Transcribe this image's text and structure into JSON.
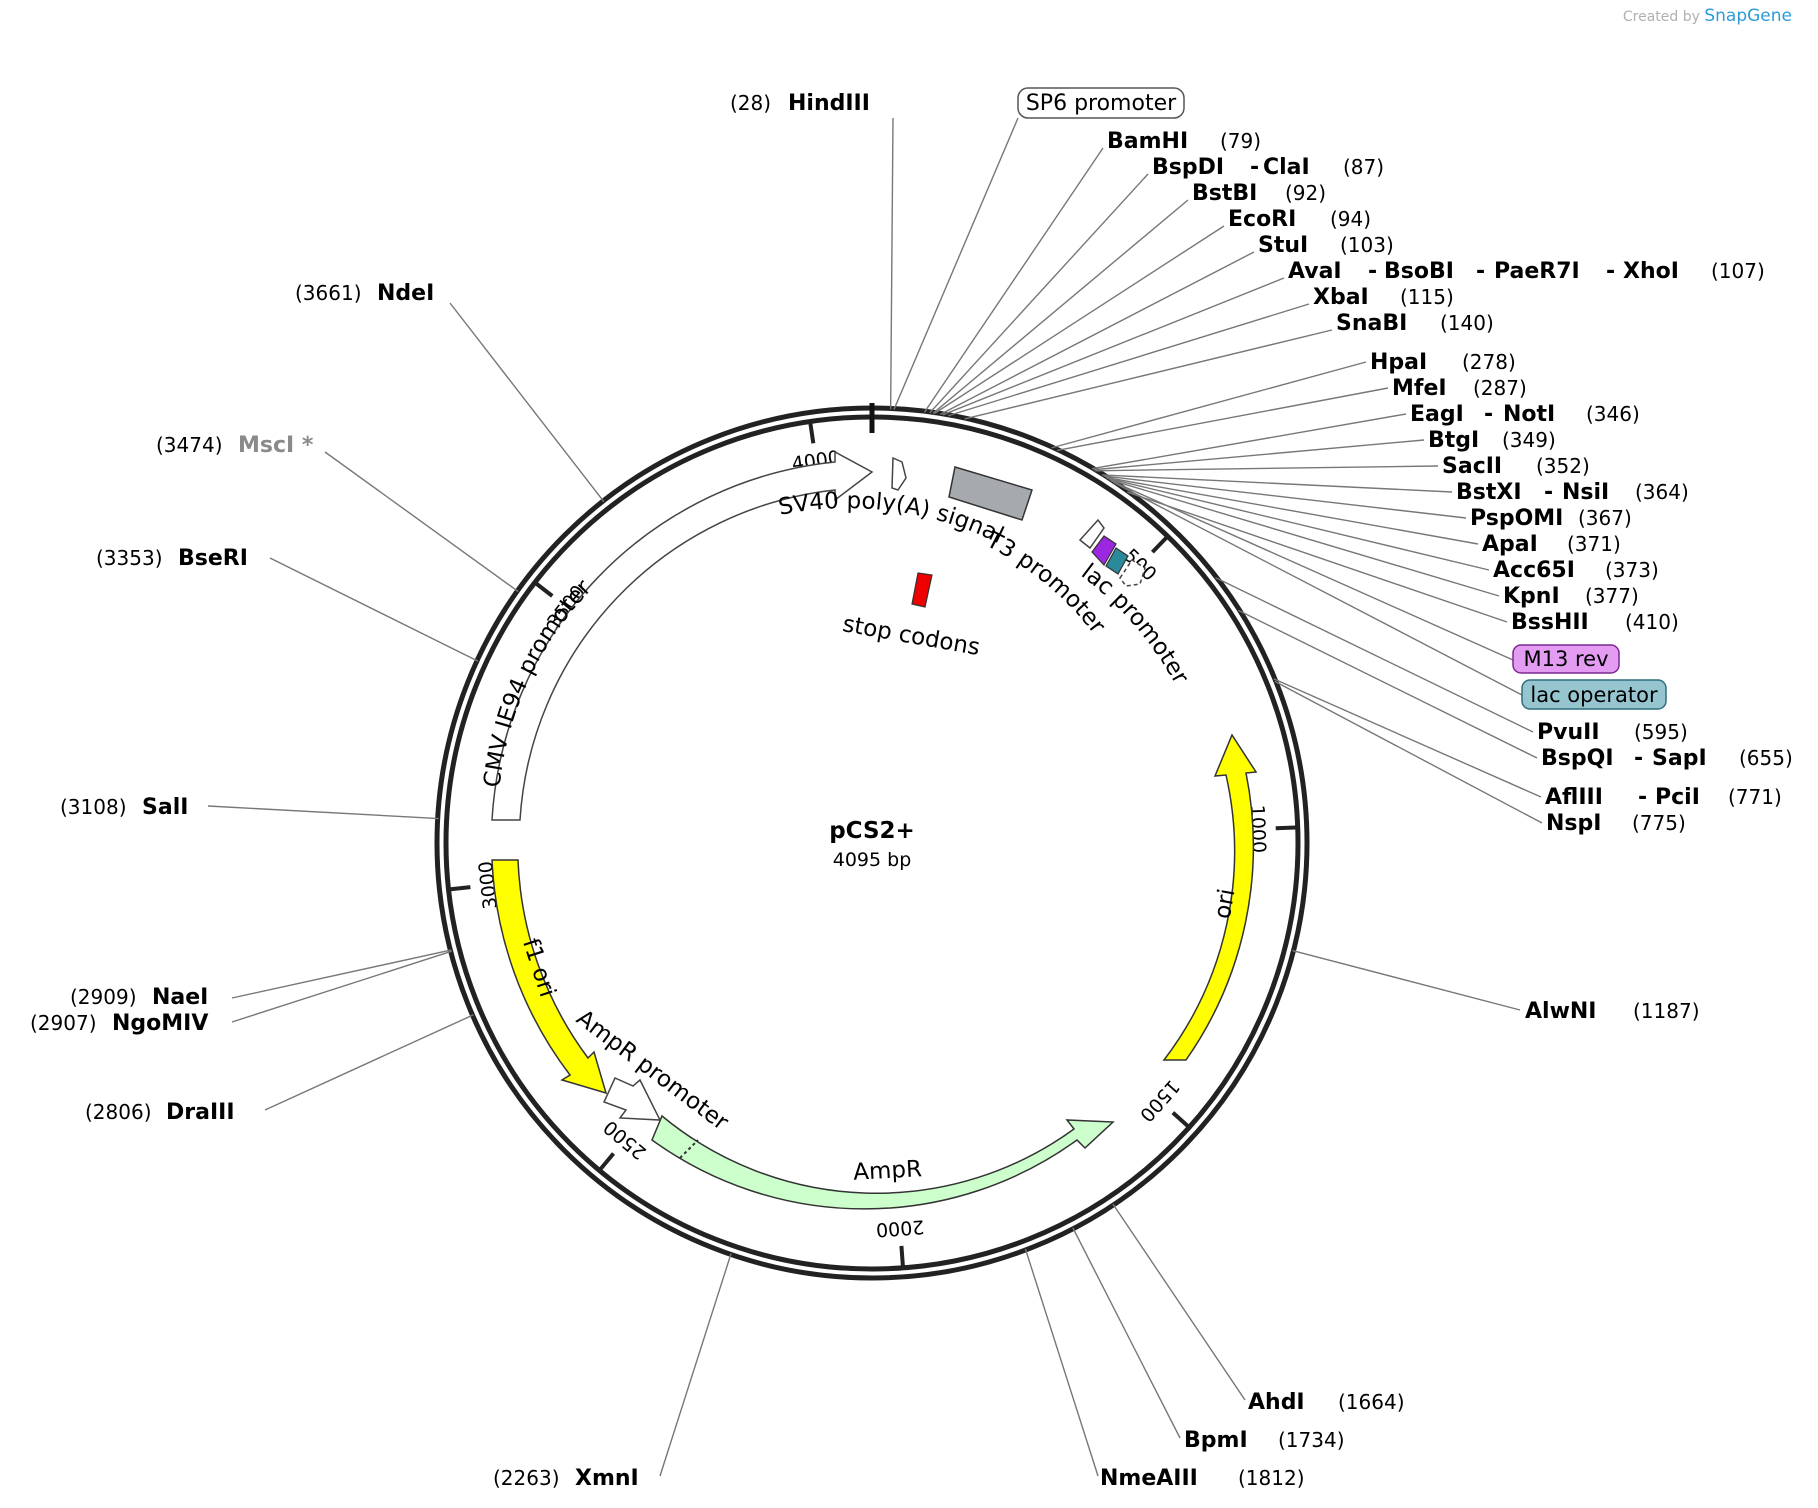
{
  "credit": {
    "prefix": "Created by",
    "brand": "SnapGene"
  },
  "plasmid": {
    "name": "pCS2+",
    "size_label": "4095 bp",
    "length": 4095
  },
  "ticks": [
    {
      "pos": 500,
      "label": "500"
    },
    {
      "pos": 1000,
      "label": "1000"
    },
    {
      "pos": 1500,
      "label": "1500"
    },
    {
      "pos": 2000,
      "label": "2000"
    },
    {
      "pos": 2500,
      "label": "2500"
    },
    {
      "pos": 3000,
      "label": "3000"
    },
    {
      "pos": 3500,
      "label": "3500"
    },
    {
      "pos": 4000,
      "label": "4000"
    }
  ],
  "features": [
    {
      "name": "CMV IE94 promoter",
      "color": "#ffffff"
    },
    {
      "name": "SV40 poly(A) signal",
      "color": "#a6a9ad"
    },
    {
      "name": "stop codons",
      "color": "#ee0000"
    },
    {
      "name": "T3 promoter",
      "color": "#ffffff"
    },
    {
      "name": "lac promoter",
      "color": "#ffffff"
    },
    {
      "name": "ori",
      "color": "#ffff00"
    },
    {
      "name": "AmpR",
      "color": "#ccffcc"
    },
    {
      "name": "AmpR promoter",
      "color": "#ffffff"
    },
    {
      "name": "f1 ori",
      "color": "#ffff00"
    }
  ],
  "boxed_labels": [
    {
      "name": "SP6 promoter",
      "color": "#ffffff"
    },
    {
      "name": "M13 rev",
      "color": "#e39cf2"
    },
    {
      "name": "lac operator",
      "color": "#96c5d0"
    }
  ],
  "sites": [
    {
      "pos": 28,
      "names": [
        "HindIII"
      ],
      "label": "(28)"
    },
    {
      "pos": 79,
      "names": [
        "BamHI"
      ],
      "label": "(79)"
    },
    {
      "pos": 87,
      "names": [
        "BspDI",
        "ClaI"
      ],
      "label": "(87)"
    },
    {
      "pos": 92,
      "names": [
        "BstBI"
      ],
      "label": "(92)"
    },
    {
      "pos": 94,
      "names": [
        "EcoRI"
      ],
      "label": "(94)"
    },
    {
      "pos": 103,
      "names": [
        "StuI"
      ],
      "label": "(103)"
    },
    {
      "pos": 107,
      "names": [
        "AvaI",
        "BsoBI",
        "PaeR7I",
        "XhoI"
      ],
      "label": "(107)"
    },
    {
      "pos": 115,
      "names": [
        "XbaI"
      ],
      "label": "(115)"
    },
    {
      "pos": 140,
      "names": [
        "SnaBI"
      ],
      "label": "(140)"
    },
    {
      "pos": 278,
      "names": [
        "HpaI"
      ],
      "label": "(278)"
    },
    {
      "pos": 287,
      "names": [
        "MfeI"
      ],
      "label": "(287)"
    },
    {
      "pos": 346,
      "names": [
        "EagI",
        "NotI"
      ],
      "label": "(346)"
    },
    {
      "pos": 349,
      "names": [
        "BtgI"
      ],
      "label": "(349)"
    },
    {
      "pos": 352,
      "names": [
        "SacII"
      ],
      "label": "(352)"
    },
    {
      "pos": 364,
      "names": [
        "BstXI",
        "NsiI"
      ],
      "label": "(364)"
    },
    {
      "pos": 367,
      "names": [
        "PspOMI"
      ],
      "label": "(367)"
    },
    {
      "pos": 371,
      "names": [
        "ApaI"
      ],
      "label": "(371)"
    },
    {
      "pos": 373,
      "names": [
        "Acc65I"
      ],
      "label": "(373)"
    },
    {
      "pos": 377,
      "names": [
        "KpnI"
      ],
      "label": "(377)"
    },
    {
      "pos": 410,
      "names": [
        "BssHII"
      ],
      "label": "(410)"
    },
    {
      "pos": 595,
      "names": [
        "PvuII"
      ],
      "label": "(595)"
    },
    {
      "pos": 655,
      "names": [
        "BspQI",
        "SapI"
      ],
      "label": "(655)"
    },
    {
      "pos": 771,
      "names": [
        "AflIII",
        "PciI"
      ],
      "label": "(771)"
    },
    {
      "pos": 775,
      "names": [
        "NspI"
      ],
      "label": "(775)"
    },
    {
      "pos": 1187,
      "names": [
        "AlwNI"
      ],
      "label": "(1187)"
    },
    {
      "pos": 1664,
      "names": [
        "AhdI"
      ],
      "label": "(1664)"
    },
    {
      "pos": 1734,
      "names": [
        "BpmI"
      ],
      "label": "(1734)"
    },
    {
      "pos": 1812,
      "names": [
        "NmeAIII"
      ],
      "label": "(1812)"
    },
    {
      "pos": 2263,
      "names": [
        "XmnI"
      ],
      "label": "(2263)"
    },
    {
      "pos": 2806,
      "names": [
        "DraIII"
      ],
      "label": "(2806)"
    },
    {
      "pos": 2907,
      "names": [
        "NgoMIV"
      ],
      "label": "(2907)"
    },
    {
      "pos": 2909,
      "names": [
        "NaeI"
      ],
      "label": "(2909)"
    },
    {
      "pos": 3108,
      "names": [
        "SalI"
      ],
      "label": "(3108)"
    },
    {
      "pos": 3353,
      "names": [
        "BseRI"
      ],
      "label": "(3353)"
    },
    {
      "pos": 3474,
      "names": [
        "MscI *"
      ],
      "label": "(3474)",
      "dimmed": true
    },
    {
      "pos": 3661,
      "names": [
        "NdeI"
      ],
      "label": "(3661)"
    }
  ]
}
